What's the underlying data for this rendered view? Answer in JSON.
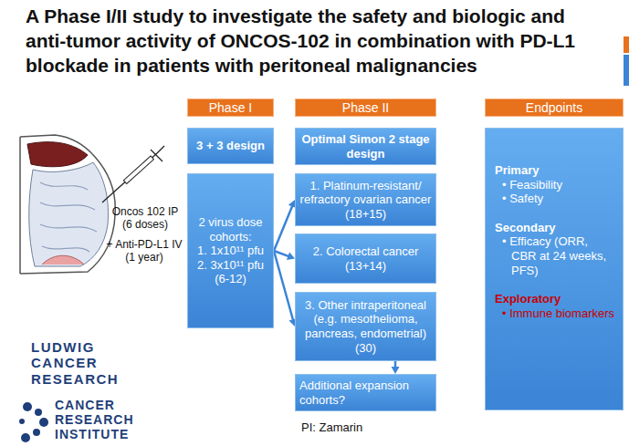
{
  "diagram": {
    "title": "A Phase I/II study to investigate the safety and biologic and anti-tumor activity of ONCOS-102 in combination with PD-L1 blockade in patients with peritoneal malignancies",
    "nodes": [
      {
        "text": [
          "Phase I"
        ]
      },
      {
        "text": [
          "Phase II"
        ]
      },
      {
        "text": [
          "Endpoints"
        ]
      },
      {
        "text": [
          "3 + 3 design"
        ]
      },
      {
        "text": [
          "2 virus dose cohorts:",
          "1. 1x10¹¹ pfu",
          "2. 3x10¹¹ pfu",
          "(6-12)"
        ]
      },
      {
        "text": [
          "Optimal Simon 2 stage design"
        ]
      },
      {
        "text": [
          "1. Platinum-resistant/ refractory ovarian cancer",
          "(18+15)"
        ]
      },
      {
        "text": [
          "2. Colorectal cancer",
          "(13+14)"
        ]
      },
      {
        "text": [
          "3. Other intraperitoneal (e.g. mesothelioma, pancreas, endometrial)",
          "(30)"
        ]
      },
      {
        "text": [
          "Additional expansion cohorts?"
        ]
      },
      {
        "text": [
          "Primary",
          "• Feasibility",
          "• Safety",
          "Secondary",
          "• Efficacy (ORR, CBR at 24 weeks, PFS)",
          "Exploratory",
          "• Immune biomarkers"
        ]
      }
    ],
    "edges": [
      {
        "from": 4,
        "to": 6,
        "arrow": "to"
      },
      {
        "from": 4,
        "to": 7,
        "arrow": "to"
      },
      {
        "from": 4,
        "to": 8,
        "arrow": "to"
      },
      {
        "from": 8,
        "to": 9,
        "arrow": "to"
      }
    ],
    "labels": [
      "Oncos 102 IP (6 doses)",
      "+ Anti-PD-L1 IV (1 year)",
      "LUDWIG CANCER RESEARCH",
      "CANCER RESEARCH INSTITUTE",
      "PI: Zamarin"
    ]
  }
}
